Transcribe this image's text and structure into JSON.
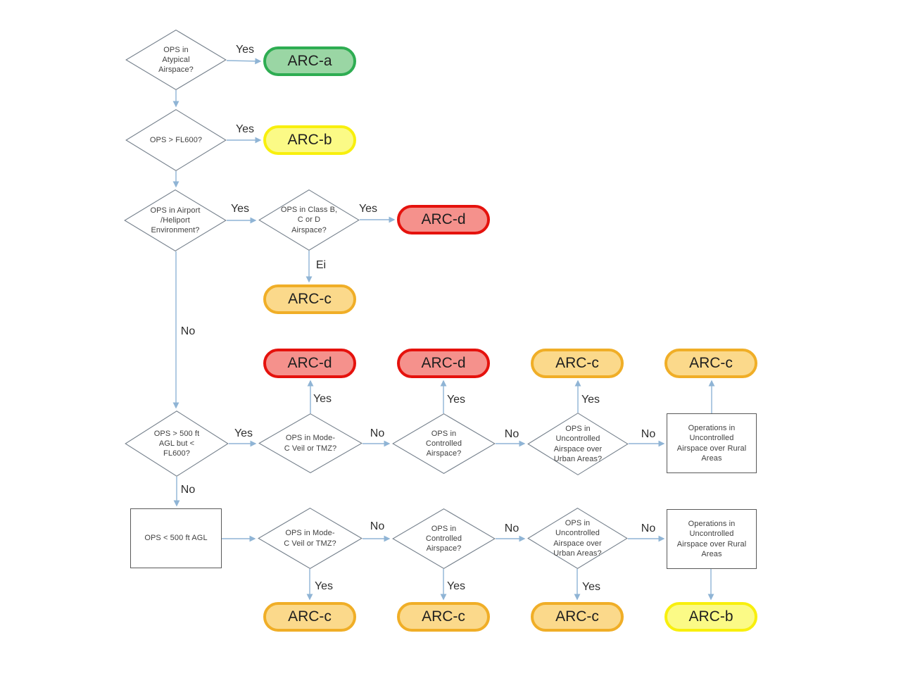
{
  "flowchart": {
    "decisions": {
      "atypical": "OPS in\nAtypical\nAirspace?",
      "fl600": "OPS > FL600?",
      "airport": "OPS in Airport\n/Heliport\nEnvironment?",
      "class_bcd": "OPS in Class B,\nC or D\nAirspace?",
      "above500": "OPS > 500 ft\nAGL but <\nFL600?",
      "modec_mid": "OPS in Mode-\nC Veil or TMZ?",
      "controlled_mid": "OPS in\nControlled\nAirspace?",
      "uncontrolled_mid": "OPS in\nUncontrolled\nAirspace over\nUrban Areas?",
      "modec_low": "OPS in Mode-\nC Veil or TMZ?",
      "controlled_low": "OPS in\nControlled\nAirspace?",
      "uncontrolled_low": "OPS in\nUncontrolled\nAirspace over\nUrban Areas?"
    },
    "processes": {
      "below500": "OPS < 500 ft AGL",
      "rural_mid": "Operations in\nUncontrolled\nAirspace over Rural\nAreas",
      "rural_low": "Operations in\nUncontrolled\nAirspace over Rural\nAreas"
    },
    "results": {
      "arc_a": "ARC-a",
      "arc_b_top": "ARC-b",
      "arc_d_airport": "ARC-d",
      "arc_c_airport": "ARC-c",
      "arc_d_modec": "ARC-d",
      "arc_d_controlled": "ARC-d",
      "arc_c_uncontrolled": "ARC-c",
      "arc_c_rural": "ARC-c",
      "arc_c_modec_low": "ARC-c",
      "arc_c_controlled_low": "ARC-c",
      "arc_c_uncontrolled_low": "ARC-c",
      "arc_b_rural_low": "ARC-b"
    },
    "edge_labels": {
      "l1": "Yes",
      "l2": "Yes",
      "l3": "Yes",
      "l4": "Yes",
      "l5": "Ei",
      "l6": "No",
      "l7": "Yes",
      "l8": "Yes",
      "l9": "Yes",
      "l10": "Yes",
      "l11": "No",
      "l12": "No",
      "l13": "No",
      "l14": "No",
      "l15": "No",
      "l16": "No",
      "l17": "No",
      "l18": "Yes",
      "l19": "Yes",
      "l20": "Yes"
    },
    "colors": {
      "arc_a_fill": "#9ad6a4",
      "arc_a_border": "#2ead52",
      "arc_b_fill": "#fbfa86",
      "arc_b_border": "#f8ef0d",
      "arc_c_fill": "#fbd98b",
      "arc_c_border": "#f0ae27",
      "arc_d_fill": "#f5918c",
      "arc_d_border": "#e5120d",
      "arrow": "#8fb4d5",
      "shape_border": "#75808c",
      "background": "#ffffff"
    }
  }
}
